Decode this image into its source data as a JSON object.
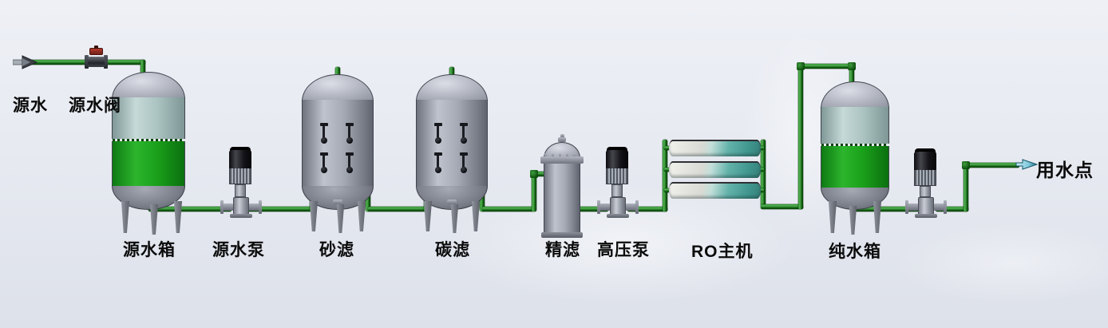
{
  "diagram": {
    "title": "RO water treatment process flow",
    "inlet_label": "源水",
    "valve_label": "源水阀",
    "outlet_label": "用水点",
    "equipment": [
      {
        "id": "source-water-tank",
        "label": "源水箱"
      },
      {
        "id": "source-water-pump",
        "label": "源水泵"
      },
      {
        "id": "sand-filter",
        "label": "砂滤"
      },
      {
        "id": "carbon-filter",
        "label": "碳滤"
      },
      {
        "id": "fine-filter",
        "label": "精滤"
      },
      {
        "id": "high-pressure-pump",
        "label": "高压泵"
      },
      {
        "id": "ro-main-unit",
        "label": "RO主机"
      },
      {
        "id": "pure-water-tank",
        "label": "纯水箱"
      }
    ],
    "colors": {
      "pipe_green": "#156515",
      "water_green": "#1aa01a",
      "tank_shell_cyan": "#abc3c1",
      "tank_shell_gray": "#a6aab5",
      "membrane_teal": "#4aa39a",
      "valve_red": "#9a332a",
      "outlet_arrow_teal": "#8ed4e4",
      "background": "#e7eaf1",
      "label_text": "#0b0b0b"
    }
  }
}
